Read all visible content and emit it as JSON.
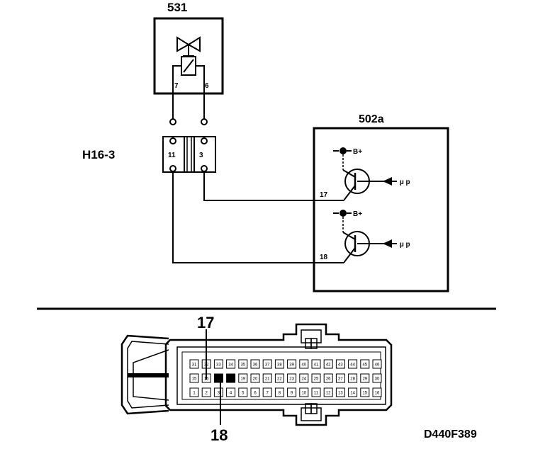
{
  "components": {
    "valve": {
      "label": "531",
      "pin_left": "7",
      "pin_right": "6"
    },
    "connector_h16": {
      "label": "H16-3",
      "pin_left": "11",
      "pin_right": "3"
    },
    "ecu": {
      "label": "502a",
      "driver_top": {
        "pin": "17",
        "supply": "B+",
        "signal": "µ p"
      },
      "driver_bottom": {
        "pin": "18",
        "supply": "B+",
        "signal": "µ p"
      }
    }
  },
  "connector_view": {
    "callout_top": "17",
    "callout_bottom": "18",
    "row_top": [
      "31",
      "32",
      "33",
      "34",
      "35",
      "36",
      "37",
      "38",
      "39",
      "40",
      "41",
      "42",
      "43",
      "44",
      "45",
      "46"
    ],
    "row_middle": [
      "15",
      "16",
      "17",
      "18",
      "19",
      "20",
      "21",
      "22",
      "23",
      "24",
      "25",
      "26",
      "27",
      "28",
      "29",
      "30"
    ],
    "row_bottom": [
      "1",
      "2",
      "3",
      "4",
      "5",
      "6",
      "7",
      "8",
      "9",
      "10",
      "11",
      "12",
      "13",
      "14",
      "15",
      "16"
    ],
    "highlighted": [
      "17",
      "18"
    ]
  },
  "figure_id": "D440F389"
}
